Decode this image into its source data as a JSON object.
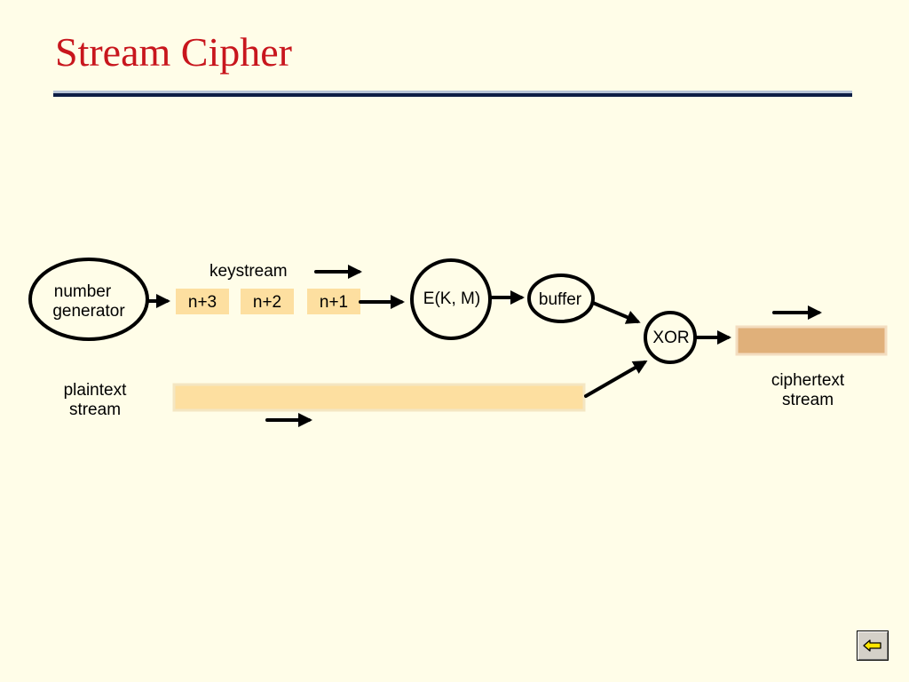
{
  "slide": {
    "title": "Stream Cipher"
  },
  "diagram": {
    "number_generator": [
      "number",
      "generator"
    ],
    "keystream_label": "keystream",
    "keystream_blocks": [
      "n+3",
      "n+2",
      "n+1"
    ],
    "encryptor": "E(K, M)",
    "buffer": "buffer",
    "xor": "XOR",
    "plaintext_label": [
      "plaintext",
      "stream"
    ],
    "ciphertext_label": [
      "ciphertext",
      "stream"
    ]
  },
  "colors": {
    "background": "#FFFDE8",
    "title": "#C8161D",
    "block_fill": "#FDDFA0",
    "ciphertext_fill": "#E0B07A"
  },
  "nav": {
    "icon": "back-arrow-icon"
  }
}
